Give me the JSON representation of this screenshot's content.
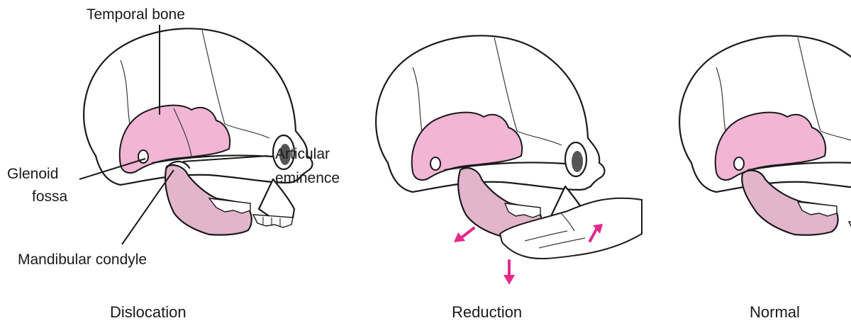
{
  "colors": {
    "temporal_pink": "#f2b5d4",
    "mandible_pink": "#e3b5cd",
    "arrow_magenta": "#e5288a",
    "line": "#1a1a1a"
  },
  "labels": {
    "temporal_bone": "Temporal bone",
    "articular_eminence_1": "Articular",
    "articular_eminence_2": "eminence",
    "glenoid_fossa_1": "Glenoid",
    "glenoid_fossa_2": "fossa",
    "mandibular_condyle": "Mandibular condyle"
  },
  "captions": {
    "dislocation": "Dislocation",
    "reduction": "Reduction",
    "normal": "Normal"
  }
}
